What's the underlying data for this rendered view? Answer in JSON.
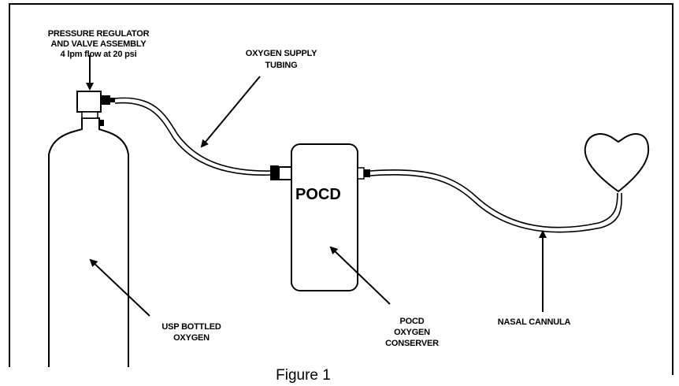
{
  "figure": {
    "caption": "Figure 1",
    "labels": {
      "regulator_line1": "PRESSURE REGULATOR",
      "regulator_line2": "AND VALVE ASSEMBLY",
      "regulator_line3": "4 lpm flow at 20 psi",
      "tubing_line1": "OXYGEN SUPPLY",
      "tubing_line2": "TUBING",
      "device_name": "POCD",
      "bottle_line1": "USP BOTTLED",
      "bottle_line2": "OXYGEN",
      "conserver_line1": "POCD",
      "conserver_line2": "OXYGEN",
      "conserver_line3": "CONSERVER",
      "cannula": "NASAL CANNULA"
    }
  }
}
